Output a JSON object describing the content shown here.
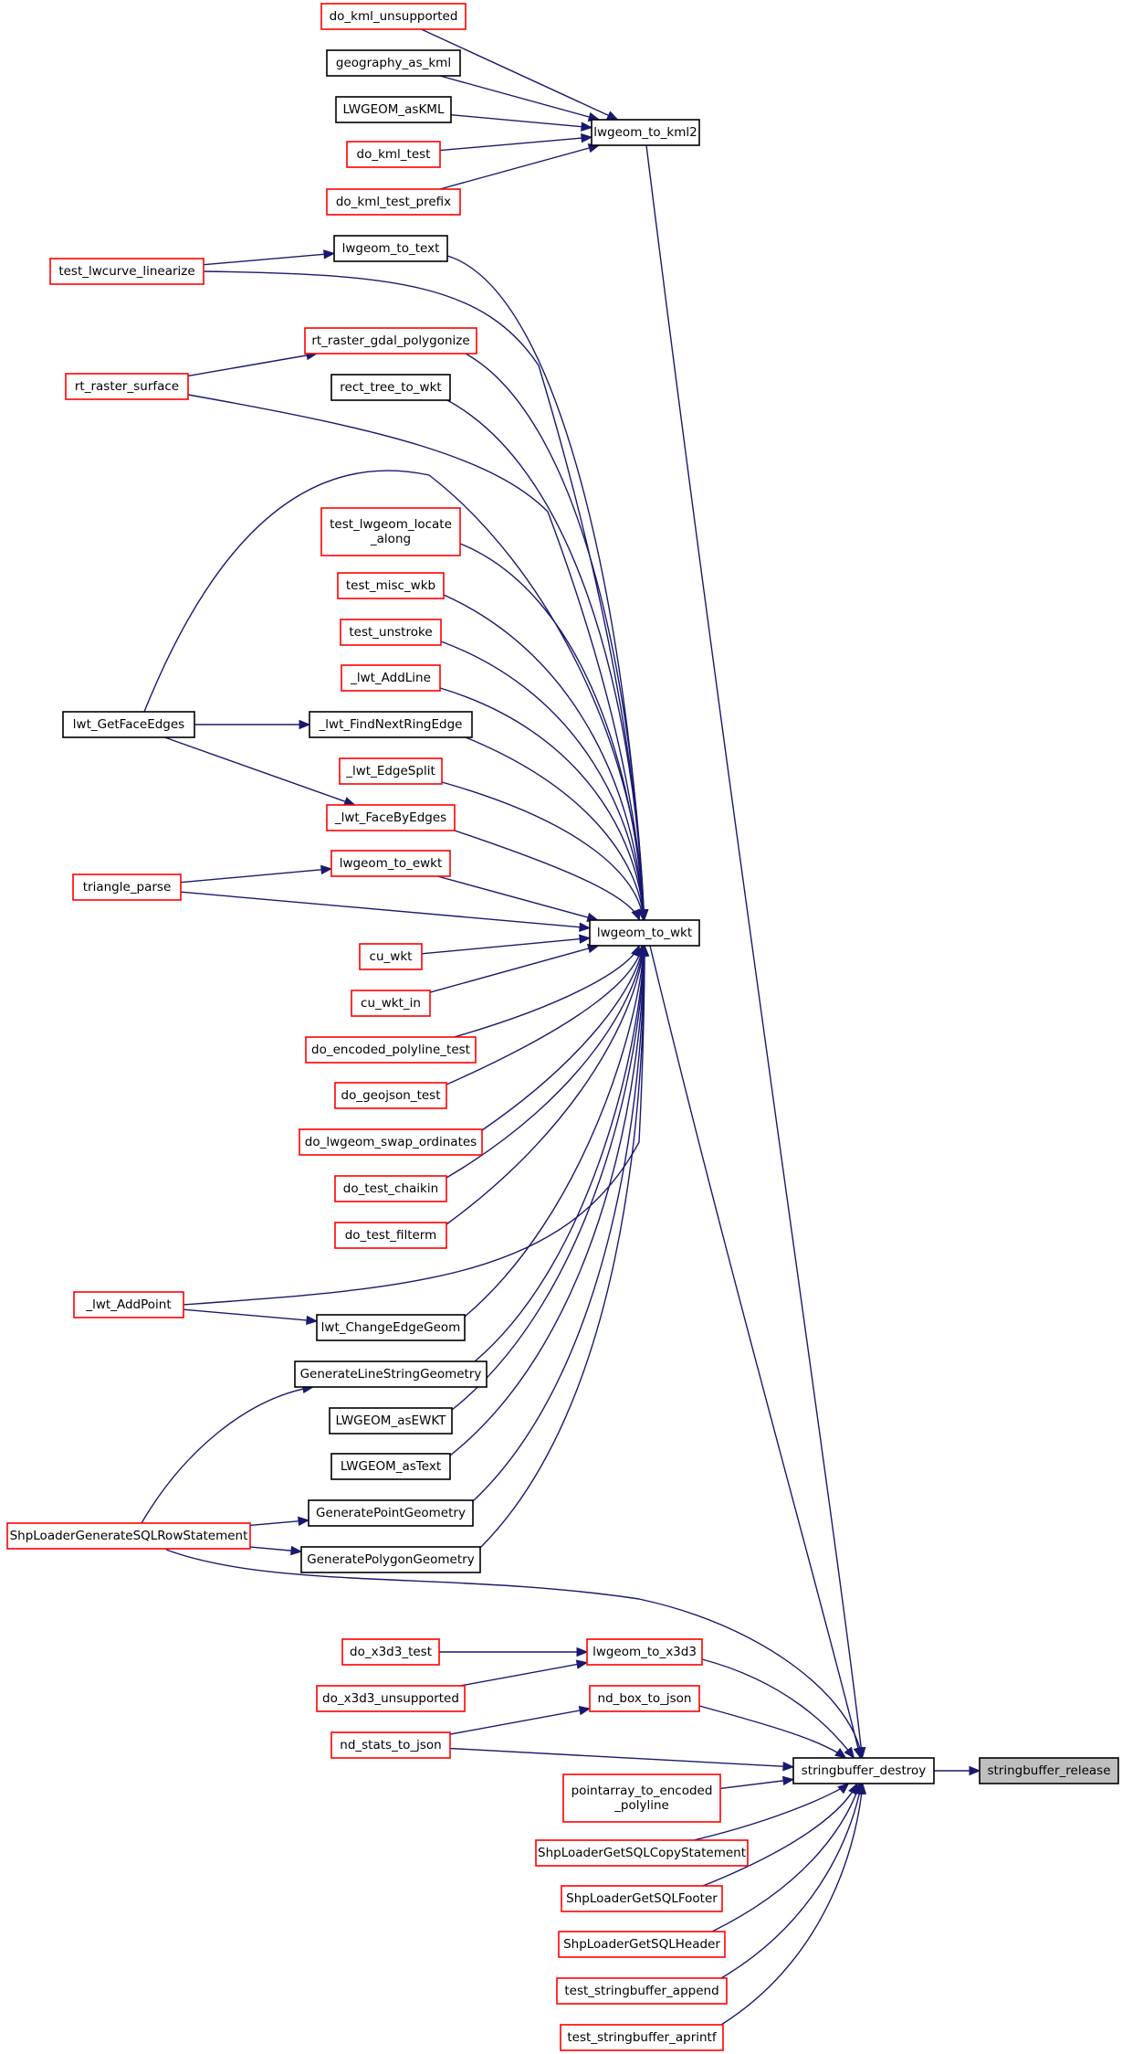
{
  "graph": {
    "nodes": [
      {
        "id": "do_kml_unsupported",
        "label": "do_kml_unsupported",
        "style": "red"
      },
      {
        "id": "geography_as_kml",
        "label": "geography_as_kml",
        "style": "black"
      },
      {
        "id": "LWGEOM_asKML",
        "label": "LWGEOM_asKML",
        "style": "black"
      },
      {
        "id": "do_kml_test",
        "label": "do_kml_test",
        "style": "red"
      },
      {
        "id": "do_kml_test_prefix",
        "label": "do_kml_test_prefix",
        "style": "red"
      },
      {
        "id": "lwgeom_to_kml2",
        "label": "lwgeom_to_kml2",
        "style": "black"
      },
      {
        "id": "lwgeom_to_text",
        "label": "lwgeom_to_text",
        "style": "black"
      },
      {
        "id": "test_lwcurve_linearize",
        "label": "test_lwcurve_linearize",
        "style": "red"
      },
      {
        "id": "rt_raster_gdal_polygonize",
        "label": "rt_raster_gdal_polygonize",
        "style": "red"
      },
      {
        "id": "rt_raster_surface",
        "label": "rt_raster_surface",
        "style": "red"
      },
      {
        "id": "rect_tree_to_wkt",
        "label": "rect_tree_to_wkt",
        "style": "black"
      },
      {
        "id": "test_lwgeom_locate_along",
        "label": "test_lwgeom_locate\n_along",
        "style": "red"
      },
      {
        "id": "test_misc_wkb",
        "label": "test_misc_wkb",
        "style": "red"
      },
      {
        "id": "test_unstroke",
        "label": "test_unstroke",
        "style": "red"
      },
      {
        "id": "_lwt_AddLine",
        "label": "_lwt_AddLine",
        "style": "red"
      },
      {
        "id": "lwt_GetFaceEdges",
        "label": "lwt_GetFaceEdges",
        "style": "black"
      },
      {
        "id": "_lwt_FindNextRingEdge",
        "label": "_lwt_FindNextRingEdge",
        "style": "black"
      },
      {
        "id": "_lwt_EdgeSplit",
        "label": "_lwt_EdgeSplit",
        "style": "red"
      },
      {
        "id": "_lwt_FaceByEdges",
        "label": "_lwt_FaceByEdges",
        "style": "red"
      },
      {
        "id": "lwgeom_to_ewkt",
        "label": "lwgeom_to_ewkt",
        "style": "red"
      },
      {
        "id": "triangle_parse",
        "label": "triangle_parse",
        "style": "red"
      },
      {
        "id": "lwgeom_to_wkt",
        "label": "lwgeom_to_wkt",
        "style": "black"
      },
      {
        "id": "cu_wkt",
        "label": "cu_wkt",
        "style": "red"
      },
      {
        "id": "cu_wkt_in",
        "label": "cu_wkt_in",
        "style": "red"
      },
      {
        "id": "do_encoded_polyline_test",
        "label": "do_encoded_polyline_test",
        "style": "red"
      },
      {
        "id": "do_geojson_test",
        "label": "do_geojson_test",
        "style": "red"
      },
      {
        "id": "do_lwgeom_swap_ordinates",
        "label": "do_lwgeom_swap_ordinates",
        "style": "red"
      },
      {
        "id": "do_test_chaikin",
        "label": "do_test_chaikin",
        "style": "red"
      },
      {
        "id": "do_test_filterm",
        "label": "do_test_filterm",
        "style": "red"
      },
      {
        "id": "_lwt_AddPoint",
        "label": "_lwt_AddPoint",
        "style": "red"
      },
      {
        "id": "lwt_ChangeEdgeGeom",
        "label": "lwt_ChangeEdgeGeom",
        "style": "black"
      },
      {
        "id": "GenerateLineStringGeometry",
        "label": "GenerateLineStringGeometry",
        "style": "black"
      },
      {
        "id": "LWGEOM_asEWKT",
        "label": "LWGEOM_asEWKT",
        "style": "black"
      },
      {
        "id": "LWGEOM_asText",
        "label": "LWGEOM_asText",
        "style": "black"
      },
      {
        "id": "GeneratePointGeometry",
        "label": "GeneratePointGeometry",
        "style": "black"
      },
      {
        "id": "ShpLoaderGenerateSQLRowStatement",
        "label": "ShpLoaderGenerateSQLRowStatement",
        "style": "red"
      },
      {
        "id": "GeneratePolygonGeometry",
        "label": "GeneratePolygonGeometry",
        "style": "black"
      },
      {
        "id": "do_x3d3_test",
        "label": "do_x3d3_test",
        "style": "red"
      },
      {
        "id": "lwgeom_to_x3d3",
        "label": "lwgeom_to_x3d3",
        "style": "red"
      },
      {
        "id": "do_x3d3_unsupported",
        "label": "do_x3d3_unsupported",
        "style": "red"
      },
      {
        "id": "nd_box_to_json",
        "label": "nd_box_to_json",
        "style": "red"
      },
      {
        "id": "nd_stats_to_json",
        "label": "nd_stats_to_json",
        "style": "red"
      },
      {
        "id": "stringbuffer_destroy",
        "label": "stringbuffer_destroy",
        "style": "black"
      },
      {
        "id": "stringbuffer_release",
        "label": "stringbuffer_release",
        "style": "gray"
      },
      {
        "id": "pointarray_to_encoded_polyline",
        "label": "pointarray_to_encoded\n_polyline",
        "style": "red"
      },
      {
        "id": "ShpLoaderGetSQLCopyStatement",
        "label": "ShpLoaderGetSQLCopyStatement",
        "style": "red"
      },
      {
        "id": "ShpLoaderGetSQLFooter",
        "label": "ShpLoaderGetSQLFooter",
        "style": "red"
      },
      {
        "id": "ShpLoaderGetSQLHeader",
        "label": "ShpLoaderGetSQLHeader",
        "style": "red"
      },
      {
        "id": "test_stringbuffer_append",
        "label": "test_stringbuffer_append",
        "style": "red"
      },
      {
        "id": "test_stringbuffer_aprintf",
        "label": "test_stringbuffer_aprintf",
        "style": "red"
      }
    ],
    "edges": [
      [
        "do_kml_unsupported",
        "lwgeom_to_kml2"
      ],
      [
        "geography_as_kml",
        "lwgeom_to_kml2"
      ],
      [
        "LWGEOM_asKML",
        "lwgeom_to_kml2"
      ],
      [
        "do_kml_test",
        "lwgeom_to_kml2"
      ],
      [
        "do_kml_test_prefix",
        "lwgeom_to_kml2"
      ],
      [
        "lwgeom_to_kml2",
        "stringbuffer_destroy"
      ],
      [
        "test_lwcurve_linearize",
        "lwgeom_to_text"
      ],
      [
        "lwgeom_to_text",
        "lwgeom_to_wkt"
      ],
      [
        "test_lwcurve_linearize",
        "lwgeom_to_wkt"
      ],
      [
        "rt_raster_surface",
        "rt_raster_gdal_polygonize"
      ],
      [
        "rt_raster_gdal_polygonize",
        "lwgeom_to_wkt"
      ],
      [
        "rt_raster_surface",
        "lwgeom_to_wkt"
      ],
      [
        "rect_tree_to_wkt",
        "lwgeom_to_wkt"
      ],
      [
        "lwt_GetFaceEdges",
        "lwgeom_to_wkt"
      ],
      [
        "test_lwgeom_locate_along",
        "lwgeom_to_wkt"
      ],
      [
        "test_misc_wkb",
        "lwgeom_to_wkt"
      ],
      [
        "test_unstroke",
        "lwgeom_to_wkt"
      ],
      [
        "_lwt_AddLine",
        "lwgeom_to_wkt"
      ],
      [
        "lwt_GetFaceEdges",
        "_lwt_FindNextRingEdge"
      ],
      [
        "_lwt_FindNextRingEdge",
        "lwgeom_to_wkt"
      ],
      [
        "_lwt_EdgeSplit",
        "lwgeom_to_wkt"
      ],
      [
        "lwt_GetFaceEdges",
        "_lwt_FaceByEdges"
      ],
      [
        "_lwt_FaceByEdges",
        "lwgeom_to_wkt"
      ],
      [
        "triangle_parse",
        "lwgeom_to_ewkt"
      ],
      [
        "lwgeom_to_ewkt",
        "lwgeom_to_wkt"
      ],
      [
        "triangle_parse",
        "lwgeom_to_wkt"
      ],
      [
        "cu_wkt",
        "lwgeom_to_wkt"
      ],
      [
        "cu_wkt_in",
        "lwgeom_to_wkt"
      ],
      [
        "do_encoded_polyline_test",
        "lwgeom_to_wkt"
      ],
      [
        "do_geojson_test",
        "lwgeom_to_wkt"
      ],
      [
        "do_lwgeom_swap_ordinates",
        "lwgeom_to_wkt"
      ],
      [
        "do_test_chaikin",
        "lwgeom_to_wkt"
      ],
      [
        "do_test_filterm",
        "lwgeom_to_wkt"
      ],
      [
        "_lwt_AddPoint",
        "lwgeom_to_wkt"
      ],
      [
        "_lwt_AddPoint",
        "lwt_ChangeEdgeGeom"
      ],
      [
        "lwt_ChangeEdgeGeom",
        "lwgeom_to_wkt"
      ],
      [
        "GenerateLineStringGeometry",
        "lwgeom_to_wkt"
      ],
      [
        "ShpLoaderGenerateSQLRowStatement",
        "GenerateLineStringGeometry"
      ],
      [
        "LWGEOM_asEWKT",
        "lwgeom_to_wkt"
      ],
      [
        "LWGEOM_asText",
        "lwgeom_to_wkt"
      ],
      [
        "GeneratePointGeometry",
        "lwgeom_to_wkt"
      ],
      [
        "ShpLoaderGenerateSQLRowStatement",
        "GeneratePointGeometry"
      ],
      [
        "GeneratePolygonGeometry",
        "lwgeom_to_wkt"
      ],
      [
        "ShpLoaderGenerateSQLRowStatement",
        "GeneratePolygonGeometry"
      ],
      [
        "lwgeom_to_wkt",
        "stringbuffer_destroy"
      ],
      [
        "ShpLoaderGenerateSQLRowStatement",
        "stringbuffer_destroy"
      ],
      [
        "do_x3d3_test",
        "lwgeom_to_x3d3"
      ],
      [
        "do_x3d3_unsupported",
        "lwgeom_to_x3d3"
      ],
      [
        "lwgeom_to_x3d3",
        "stringbuffer_destroy"
      ],
      [
        "nd_stats_to_json",
        "nd_box_to_json"
      ],
      [
        "nd_box_to_json",
        "stringbuffer_destroy"
      ],
      [
        "nd_stats_to_json",
        "stringbuffer_destroy"
      ],
      [
        "pointarray_to_encoded_polyline",
        "stringbuffer_destroy"
      ],
      [
        "ShpLoaderGetSQLCopyStatement",
        "stringbuffer_destroy"
      ],
      [
        "ShpLoaderGetSQLFooter",
        "stringbuffer_destroy"
      ],
      [
        "ShpLoaderGetSQLHeader",
        "stringbuffer_destroy"
      ],
      [
        "test_stringbuffer_append",
        "stringbuffer_destroy"
      ],
      [
        "test_stringbuffer_aprintf",
        "stringbuffer_destroy"
      ],
      [
        "stringbuffer_destroy",
        "stringbuffer_release"
      ]
    ],
    "colors": {
      "edge": "#191970",
      "node_border_documented": "#000000",
      "node_border_undocumented": "#ff0000",
      "node_fill": "#ffffff",
      "focus_fill": "#bfbfbf"
    }
  }
}
